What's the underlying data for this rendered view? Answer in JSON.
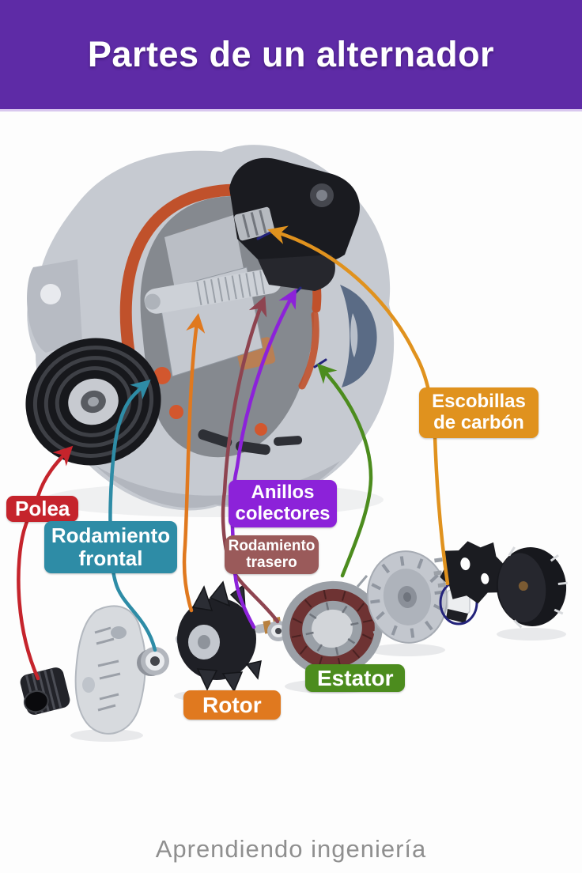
{
  "header": {
    "title": "Partes de un alternador",
    "bg_color": "#5e2ba6"
  },
  "footer": {
    "brand": "Aprendiendo ingeniería",
    "text_color": "#8f8f8f"
  },
  "labels": {
    "polea": {
      "text": "Polea",
      "color": "#c5242c"
    },
    "frontal": {
      "text": "Rodamiento frontal",
      "color": "#2e8ca6"
    },
    "anillos": {
      "text": "Anillos colectores",
      "color": "#8c22d9"
    },
    "trasero": {
      "text": "Rodamiento trasero",
      "color": "#9a5a5a"
    },
    "escobillas": {
      "text": "Escobillas de carbón",
      "color": "#e0921e"
    },
    "estator": {
      "text": "Estator",
      "color": "#4c8c1e"
    },
    "rotor": {
      "text": "Rotor",
      "color": "#e0791f"
    }
  },
  "connectors": {
    "polea": {
      "color": "#c5242c"
    },
    "frontal": {
      "color": "#2e8ca6"
    },
    "rotor": {
      "color": "#e0791f"
    },
    "trasero": {
      "color": "#8e4450"
    },
    "anillos": {
      "color": "#8c22d9"
    },
    "estator": {
      "color": "#4c8c1e"
    },
    "escobillas": {
      "color": "#e0921e"
    },
    "highlight_circle": {
      "color": "#23237b"
    }
  }
}
